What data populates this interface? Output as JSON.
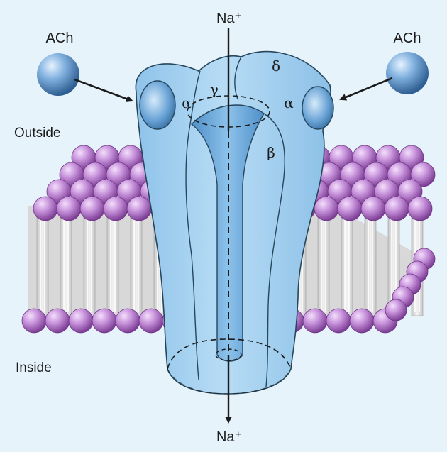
{
  "labels": {
    "na_top": "Na⁺",
    "na_bottom": "Na⁺",
    "ach_left": "ACh",
    "ach_right": "ACh",
    "outside": "Outside",
    "inside": "Inside"
  },
  "subunits": {
    "alpha_left": "α",
    "gamma": "γ",
    "delta": "δ",
    "alpha_right": "α",
    "beta": "β"
  },
  "colors": {
    "background": "#e7f3fb",
    "receptor_fill": "#a7d0ee",
    "receptor_stroke": "#26465c",
    "lipid_head": "#b97bd1",
    "lipid_tail": "#d6d6d6",
    "ach_ball": "#5f93c8"
  },
  "icons": {
    "ach_molecule": "sphere",
    "binding_arrow": "arrow",
    "ion_flow": "arrow-down"
  }
}
